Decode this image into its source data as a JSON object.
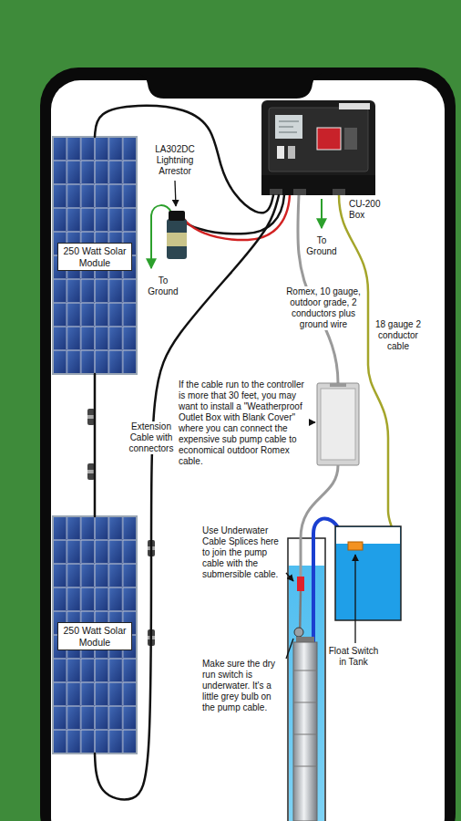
{
  "diagram": {
    "nodes": [
      {
        "text": [
          "CU-200 Box"
        ]
      },
      {
        "text": [
          "250 Watt Solar Module"
        ]
      },
      {
        "text": [
          "250 Watt Solar Module"
        ]
      }
    ],
    "edges": [
      {
        "from": 1,
        "to": 0,
        "arrow": "none"
      },
      {
        "from": 1,
        "to": 2,
        "arrow": "none"
      },
      {
        "from": 2,
        "to": 0,
        "arrow": "none"
      }
    ],
    "labels": [
      "LA302DC Lightning Arrestor",
      "To Ground",
      "To Ground",
      "Romex, 10 gauge, outdoor grade, 2 conductors plus ground wire",
      "18 gauge 2 conductor cable",
      "If the cable run to the controller is more that 30 feet, you may want to install a \"Weatherproof Outlet Box with Blank Cover\" where you can connect the expensive sub pump cable to economical outdoor Romex cable.",
      "Extension Cable with connectors",
      "Use Underwater Cable Splices here to join the pump cable with the submersible cable.",
      "Float Switch in Tank",
      "Make sure the dry run switch is underwater. It's a little grey bulb on the pump cable."
    ]
  }
}
